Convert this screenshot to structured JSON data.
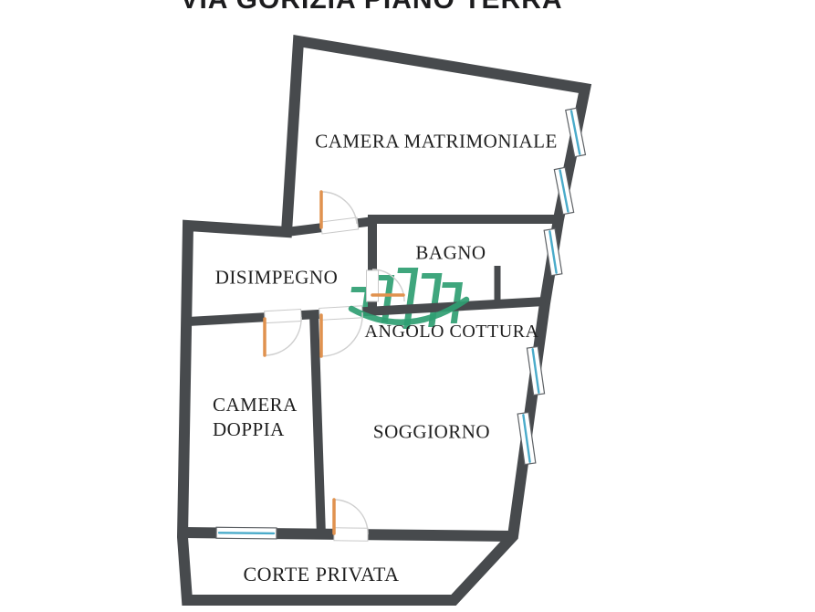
{
  "title": {
    "text": "VIA GORIZIA PIANO TERRA"
  },
  "floorplan": {
    "rooms": [
      {
        "id": "camera-matrimoniale",
        "label": "CAMERA MATRIMONIALE"
      },
      {
        "id": "bagno",
        "label": "BAGNO"
      },
      {
        "id": "disimpegno",
        "label": "DISIMPEGNO"
      },
      {
        "id": "angolo-cottura",
        "label": "ANGOLO COTTURA"
      },
      {
        "id": "camera-doppia",
        "label": "CAMERA DOPPIA",
        "lines": [
          "CAMERA",
          "DOPPIA"
        ]
      },
      {
        "id": "soggiorno",
        "label": "SOGGIORNO"
      },
      {
        "id": "corte-privata",
        "label": "CORTE PRIVATA"
      }
    ],
    "features": {
      "windows_count": 6,
      "doors_count": 5,
      "watermark": "green-agency-logo"
    },
    "colors": {
      "wall": "#474a4d",
      "window": "#4aabca",
      "door": "#e0924f",
      "green": "#2f9e72",
      "label": "#1f1f1f",
      "arc": "#cfcfcf",
      "background": "#ffffff"
    }
  }
}
